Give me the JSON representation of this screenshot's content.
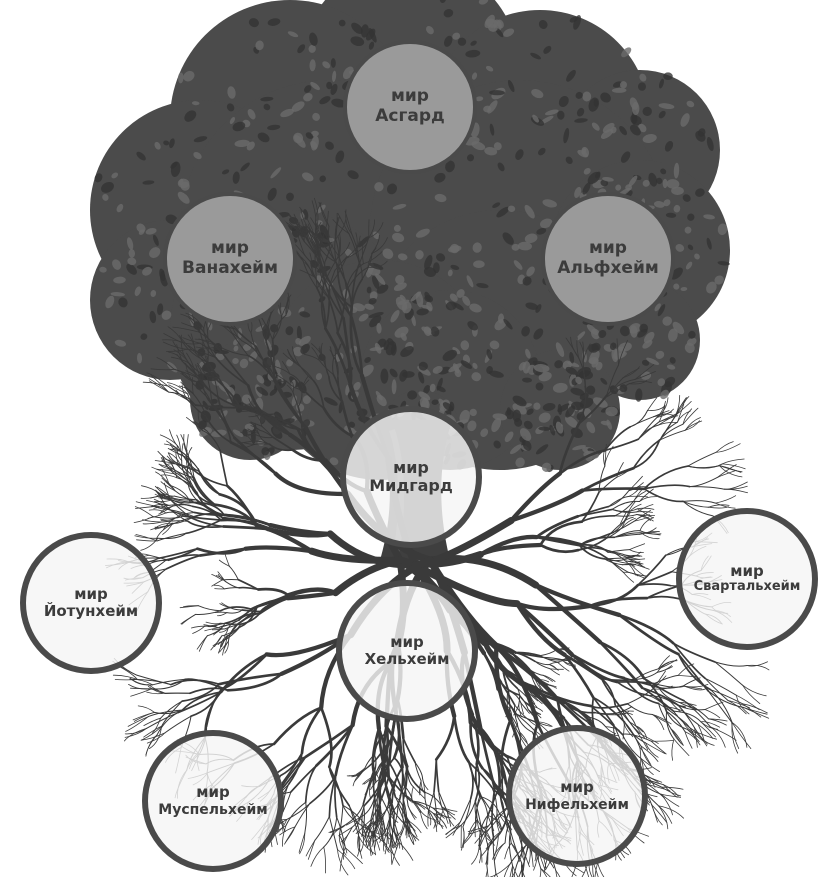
{
  "colors": {
    "foliage": "#4b4b4b",
    "foliage_dark": "#333333",
    "foliage_light": "#6a6a6a",
    "roots": "#3a3a3a",
    "crown_circle_fill": "#9a9a9a",
    "root_circle_fill": "#f3f3f3",
    "circle_border": "#4a4a4a",
    "label_text": "#3c3c3c"
  },
  "worlds": {
    "asgard": {
      "prefix": "мир",
      "name": "Асгард"
    },
    "vanaheim": {
      "prefix": "мир",
      "name": "Ванахейм"
    },
    "alfheim": {
      "prefix": "мир",
      "name": "Альфхейм"
    },
    "midgard": {
      "prefix": "мир",
      "name": "Мидгард"
    },
    "jotunheim": {
      "prefix": "мир",
      "name": "Йотунхейм"
    },
    "helheim": {
      "prefix": "мир",
      "name": "Хельхейм"
    },
    "svartalfheim": {
      "prefix": "мир",
      "name": "Свартальхейм"
    },
    "muspelheim": {
      "prefix": "мир",
      "name": "Муспельхейм"
    },
    "niflheim": {
      "prefix": "мир",
      "name": "Нифельхейм"
    }
  }
}
